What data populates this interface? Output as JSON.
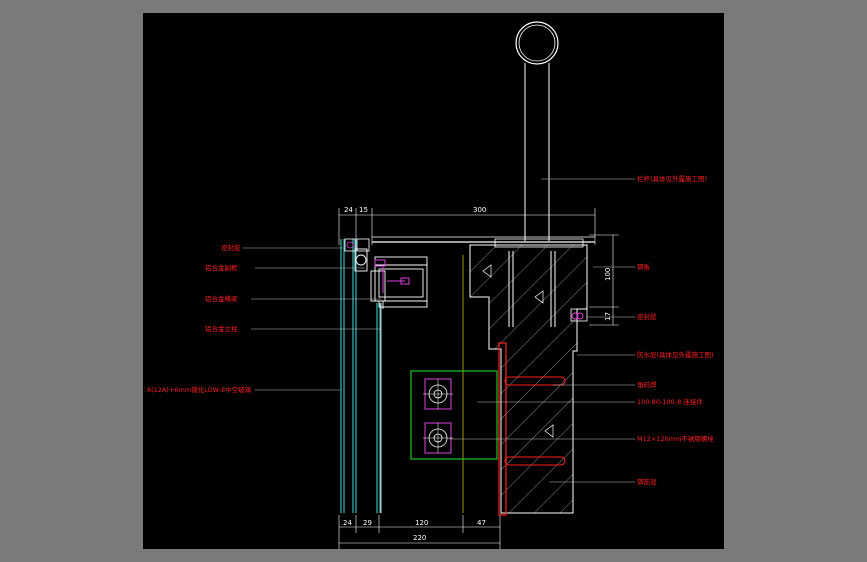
{
  "colors": {
    "background": "#000000",
    "frame": "#7a7a7a",
    "line": "#ffffff",
    "label_red": "#ff2020",
    "glass_cyan": "#40e0e0",
    "anchor_magenta": "#e040e0",
    "seal_yellow": "#e0e000",
    "plate_green": "#20c020",
    "leader_grey": "#bdbdbd"
  },
  "dimensions_top": [
    "24",
    "15",
    "300"
  ],
  "dimensions_right": [
    "100",
    "17"
  ],
  "dimensions_bottom": [
    "24",
    "29",
    "120",
    "47"
  ],
  "dimension_total": "220",
  "labels_left": [
    "密封胶",
    "铝合金副框",
    "铝合金横梁",
    "铝合金立柱",
    "6(12A)+6mm钢化LOW-E中空玻璃"
  ],
  "labels_right": [
    "栏杆(具体见外露施工图)",
    "钢板",
    "密封胶",
    "防水层(具体见外露施工图)",
    "角码焊",
    "100-80-100-8 连接件",
    "M12×120mm不锈钢螺栓",
    "钢筋混"
  ]
}
